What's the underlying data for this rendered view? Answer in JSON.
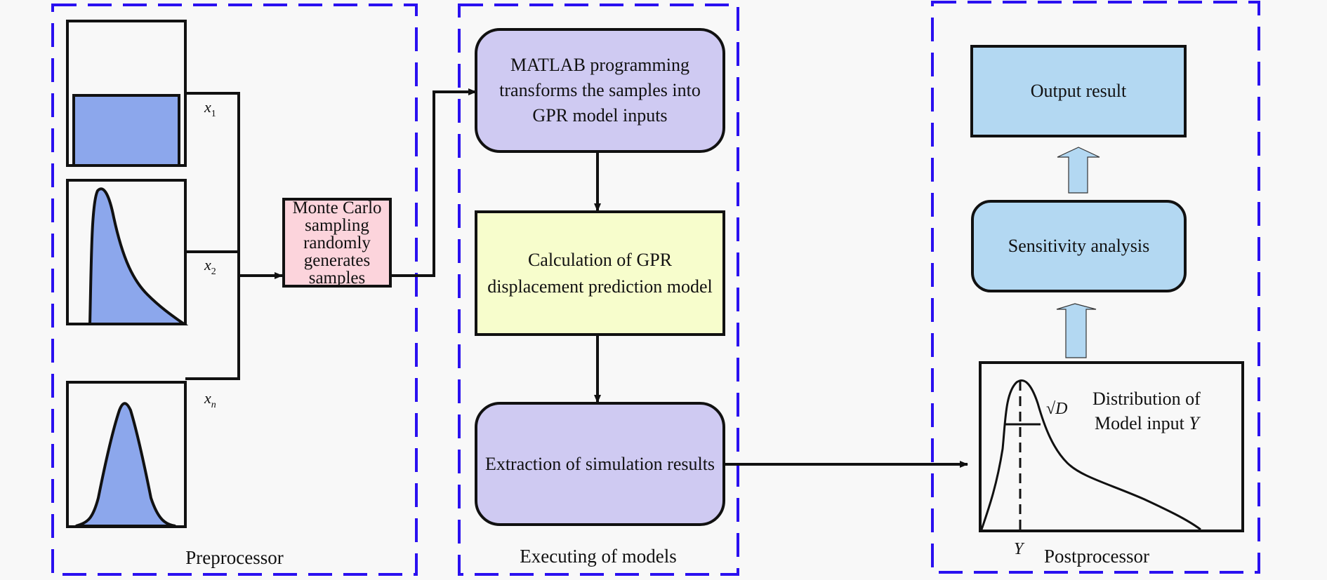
{
  "sections": {
    "preprocessor": {
      "label": "Preprocessor"
    },
    "executing": {
      "label": "Executing of models"
    },
    "postprocessor": {
      "label": "Postprocessor"
    }
  },
  "inputs": [
    {
      "var": "x",
      "sub": "1",
      "distribution": "uniform"
    },
    {
      "var": "x",
      "sub": "2",
      "distribution": "right-skewed"
    },
    {
      "var": "x",
      "sub": "n",
      "distribution": "normal"
    }
  ],
  "nodes": {
    "monte_carlo": {
      "lines": [
        "Monte Carlo",
        "sampling",
        "randomly",
        "generates",
        "samples"
      ],
      "color": "#fcd4dc"
    },
    "matlab": {
      "lines": [
        "MATLAB programming",
        "transforms the samples into",
        "GPR model inputs"
      ],
      "color": "#cfcaf2"
    },
    "gpr_calc": {
      "lines": [
        "Calculation of GPR",
        "displacement prediction model"
      ],
      "color": "#f7fdcc"
    },
    "extraction": {
      "lines": [
        "Extraction of simulation results"
      ],
      "color": "#cfcaf2"
    },
    "sensitivity": {
      "lines": [
        "Sensitivity analysis"
      ],
      "color": "#b3d8f2"
    },
    "output": {
      "lines": [
        "Output result"
      ],
      "color": "#b3d8f2"
    }
  },
  "output_distribution": {
    "title_line1": "Distribution of",
    "title_line2": "Model input",
    "title_var": "Y",
    "sqrt_label": "√D",
    "axis_label": "Y"
  },
  "colors": {
    "dashed_border": "#2a10f0",
    "dist_fill": "#8ca7ec",
    "arrow_fill": "#b3d8f2"
  }
}
